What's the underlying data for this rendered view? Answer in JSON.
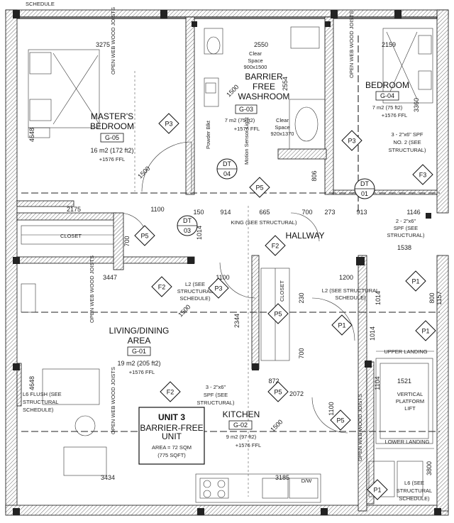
{
  "rooms": {
    "master": {
      "name1": "MASTER'S",
      "name2": "BEDROOM",
      "code": "G-05",
      "area": "16 m2 (172 ft2)",
      "ffl": "+1576 FFL"
    },
    "washroom": {
      "name1": "BARRIER",
      "name2": "FREE",
      "name3": "WASHROOM",
      "code": "G-03",
      "area": "7 m2 (75 ft2)",
      "ffl": "+1576 FFL",
      "clear1_a": "Clear",
      "clear1_b": "Space",
      "clear1_c": "900x1500",
      "clear2_a": "Clear",
      "clear2_b": "Space",
      "clear2_c": "920x1370"
    },
    "bedroom": {
      "name": "BEDROOM",
      "code": "G-04",
      "area": "7 m2 (75 ft2)",
      "ffl": "+1576 FFL"
    },
    "living": {
      "name1": "LIVING/DINING",
      "name2": "AREA",
      "code": "G-01",
      "area": "19 m2 (205 ft2)",
      "ffl": "+1576 FFL"
    },
    "kitchen": {
      "name": "KITCHEN",
      "code": "G-02",
      "area": "9 m2 (97 ft2)",
      "ffl": "+1576 FFL"
    },
    "hallway": {
      "name": "HALLWAY"
    },
    "closet_left": {
      "name": "CLOSET"
    },
    "closet_mid": {
      "name": "CLOSET"
    }
  },
  "unit": {
    "title": "UNIT 3",
    "line1": "BARRIER-FREE",
    "line2": "UNIT",
    "area": "AREA = 72 SQM",
    "area2": "(775 SQFT)"
  },
  "lift": {
    "dim": "1521",
    "l1": "VERTICAL",
    "l2": "PLATFORM",
    "l3": "LIFT",
    "upper": "UPPER LANDING",
    "lower": "LOWER LANDING"
  },
  "dims": {
    "d3275": "3275",
    "d2550": "2550",
    "d2159": "2159",
    "d4648a": "4648",
    "d4648b": "4648",
    "d2554": "2554",
    "d3360": "3360",
    "d1500a": "1500",
    "d1500b": "1500",
    "d1500c": "1500",
    "d1500d": "1500",
    "d2175": "2175",
    "d1100a": "1100",
    "d1100b": "1100",
    "d1100c": "1100",
    "d150": "150",
    "d914": "914",
    "d665": "665",
    "d700a": "700",
    "d273": "273",
    "d913": "913",
    "d1146": "1146",
    "d1538": "1538",
    "d700b": "700",
    "d700c": "700",
    "d3447": "3447",
    "d1200": "1200",
    "d2344": "2344",
    "d1014a": "1014",
    "d1014b": "1014",
    "d1014c": "1014",
    "d872": "872",
    "d2072": "2072",
    "d230": "230",
    "d3434": "3434",
    "d3185": "3185",
    "d806": "806",
    "d3800": "3800",
    "d1104": "1104",
    "d800": "800",
    "d1157": "1157"
  },
  "tags": [
    "P3",
    "P3",
    "P3",
    "P5",
    "P5",
    "P5",
    "P5",
    "P5",
    "F2",
    "F2",
    "F2",
    "F3",
    "P1",
    "P1",
    "P1",
    "P1"
  ],
  "tag_dt03": {
    "a": "DT",
    "b": "03"
  },
  "tag_dt04": {
    "a": "DT",
    "b": "04"
  },
  "tag_dt01": {
    "a": "DT",
    "b": "01"
  },
  "notes": {
    "joists": "OPEN WEB WOOD JOISTS",
    "spf_right_a": "3 - 2\"x6\" SPF",
    "spf_right_b": "NO. 2 (SEE",
    "spf_right_c": "STRUCTURAL)",
    "king": "KING (SEE STRUCTURAL)",
    "spf2_a": "2 - 2\"x6\"",
    "spf2_b": "SPF (SEE",
    "spf2_c": "STRUCTURAL)",
    "l2_a": "L2 (SEE",
    "l2_b": "STRUCTURAL",
    "l2_c": "SCHEDULE)",
    "l2r_a": "L2 (SEE STRUCTURAL",
    "l2r_b": "SCHEDULE)",
    "l6_a": "L6 FLUSH (SEE",
    "l6_b": "STRUCTURAL",
    "l6_c": "SCHEDULE)",
    "spf3_a": "3 - 2\"x6\"",
    "spf3_b": "SPF (SEE",
    "spf3_c": "STRUCTURAL)",
    "l6r_a": "L6 (SEE",
    "l6r_b": "STRUCTURAL",
    "l6r_c": "SCHEDULE)",
    "schedule": "SCHEDULE",
    "dw": "D/W",
    "powder": "Powder Blkt",
    "motion": "Motion Sensor Light"
  },
  "colors": {
    "ink": "#111111",
    "paper": "#ffffff"
  }
}
